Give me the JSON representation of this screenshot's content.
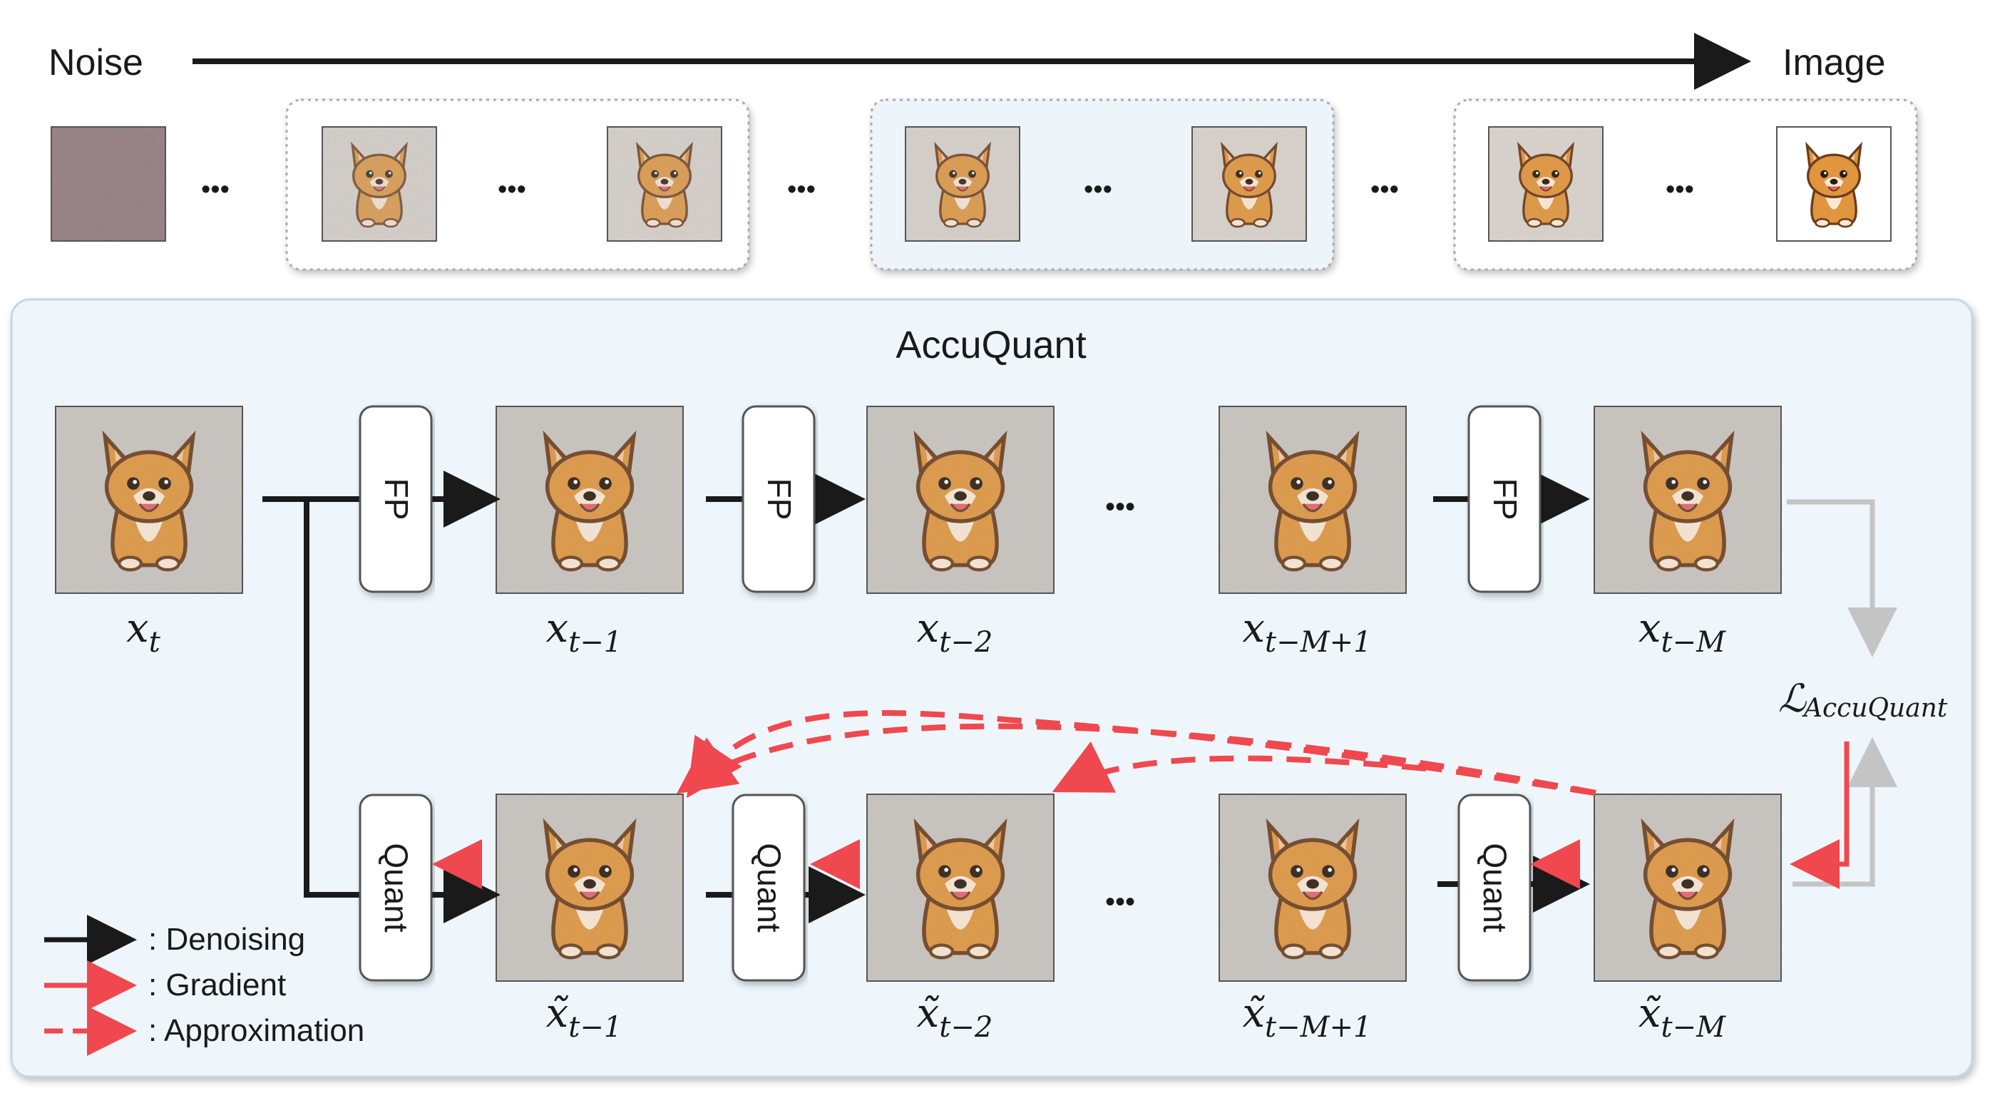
{
  "top_axis": {
    "start_label": "Noise",
    "end_label": "Image"
  },
  "top_strip": {
    "ellipsis": "•••"
  },
  "panel": {
    "title": "AccuQuant"
  },
  "blocks": {
    "fp_label": "FP",
    "quant_label": "Quant"
  },
  "row_ellipsis": "•••",
  "fp_row": [
    {
      "base": "x",
      "sub": "t"
    },
    {
      "base": "x",
      "sub": "t−1"
    },
    {
      "base": "x",
      "sub": "t−2"
    },
    {
      "base": "x",
      "sub": "t−M+1"
    },
    {
      "base": "x",
      "sub": "t−M"
    }
  ],
  "quant_row": [
    {
      "base": "x̃",
      "sub": "t−1"
    },
    {
      "base": "x̃",
      "sub": "t−2"
    },
    {
      "base": "x̃",
      "sub": "t−M+1"
    },
    {
      "base": "x̃",
      "sub": "t−M"
    }
  ],
  "loss": {
    "base": "ℒ",
    "sub": "AccuQuant"
  },
  "legend": [
    {
      "style": "solid-black",
      "label": ": Denoising"
    },
    {
      "style": "solid-red",
      "label": ": Gradient"
    },
    {
      "style": "dashed-red",
      "label": ": Approximation"
    }
  ],
  "colors": {
    "panel_fill": "#eef6fb",
    "panel_stroke": "#c9d6e0",
    "arrow_black": "#1a1a1a",
    "arrow_red": "#f0484f",
    "arrow_gray": "#c4c4c4",
    "dog_fill": "#e0953e",
    "dog_outline": "#6b3d1c",
    "noise_bg": "#a8a49f"
  }
}
